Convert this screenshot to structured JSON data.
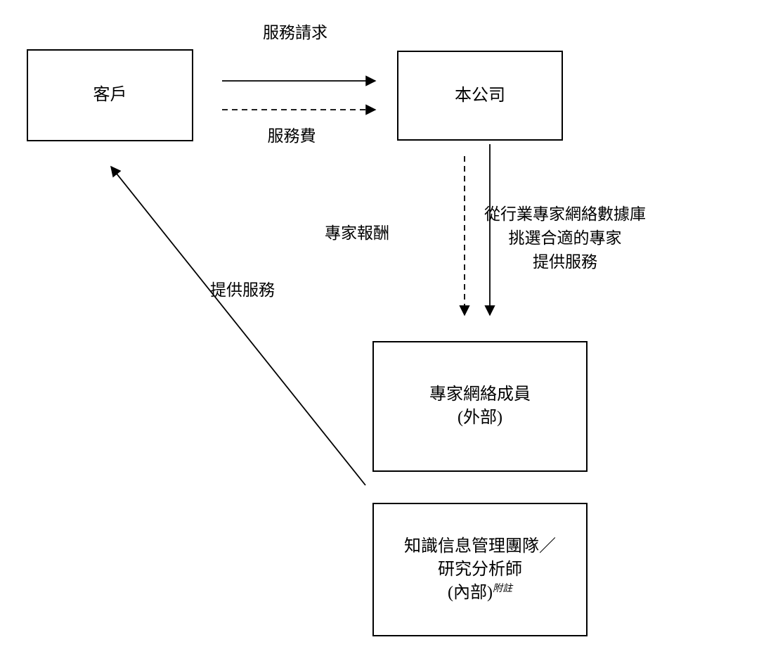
{
  "diagram": {
    "nodes": {
      "customer": {
        "label": "客戶"
      },
      "company": {
        "label": "本公司"
      },
      "expert_network": {
        "line1": "專家網絡成員",
        "line2": "(外部)"
      },
      "knowledge_team": {
        "line1": "知識信息管理團隊／",
        "line2": "研究分析師",
        "line3": "(內部)",
        "note_superscript": "附註"
      }
    },
    "edge_labels": {
      "service_request": "服務請求",
      "service_fee": "服務費",
      "expert_remuneration": "專家報酬",
      "select_experts": {
        "line1": "從行業專家網絡數據庫",
        "line2": "挑選合適的專家",
        "line3": "提供服務"
      },
      "provide_services": "提供服務"
    },
    "colors": {
      "line": "#000000",
      "background": "#ffffff",
      "border": "#000000"
    }
  }
}
